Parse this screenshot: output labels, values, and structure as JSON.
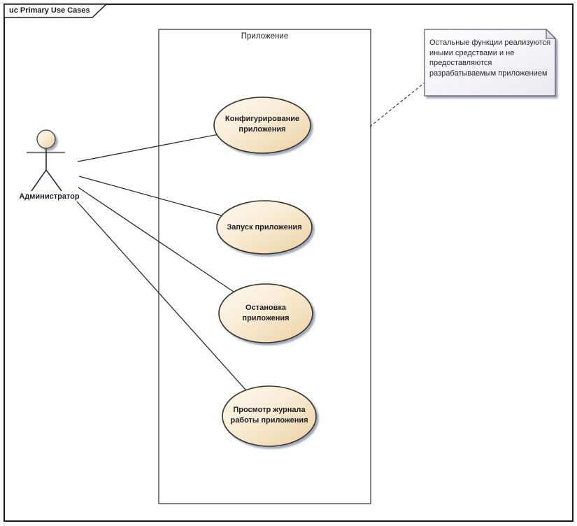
{
  "frame": {
    "tab_label": "uc Primary Use Cases"
  },
  "system_boundary": {
    "label": "Приложение"
  },
  "actor": {
    "label": "Администратор"
  },
  "use_cases": [
    {
      "name": "configure-application",
      "lines": [
        "Конфигурирование",
        "приложения"
      ]
    },
    {
      "name": "start-application",
      "lines": [
        "Запуск приложения"
      ]
    },
    {
      "name": "stop-application",
      "lines": [
        "Остановка",
        "приложения"
      ]
    },
    {
      "name": "view-log",
      "lines": [
        "Просмотр журнала",
        "работы приложения"
      ]
    }
  ],
  "note": {
    "text": "Остальные функции реализуются иными средствами и не предоставляются разрабатываемым приложением"
  },
  "colors": {
    "usecase_fill_light": "#fdf7ea",
    "usecase_fill_dark": "#edd1a3",
    "note_fill_light": "#ffffff",
    "note_fill_dark": "#ece8f0",
    "note_fold": "#dfdbe6",
    "shadow": "#8f99ab",
    "line": "#2d2d2d",
    "frame_border": "#1a1a1a",
    "text": "#1d1d26"
  }
}
